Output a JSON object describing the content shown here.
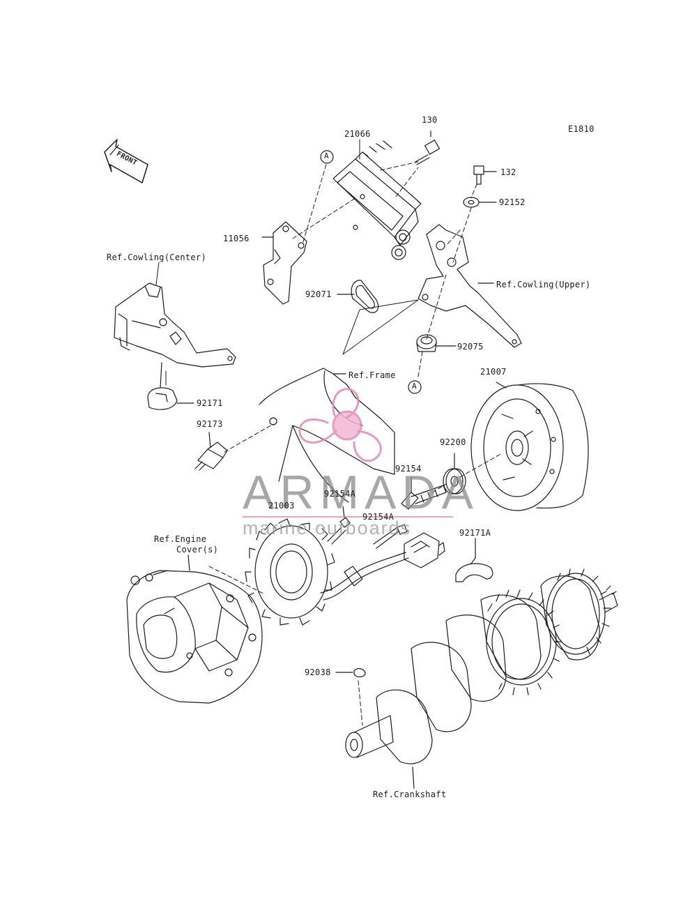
{
  "diagram_code": "E1810",
  "front_label": "FRONT",
  "callout_a": "A",
  "labels": {
    "p130": "130",
    "p21066": "21066",
    "p132": "132",
    "p92152": "92152",
    "p11056": "11056",
    "ref_cowling_center": "Ref.Cowling(Center)",
    "ref_cowling_upper": "Ref.Cowling(Upper)",
    "p92071": "92071",
    "p92075": "92075",
    "ref_frame": "Ref.Frame",
    "p21007": "21007",
    "p92171": "92171",
    "p92173": "92173",
    "p92200": "92200",
    "p92154": "92154",
    "p21003": "21003",
    "p92154a_1": "92154A",
    "p92154a_2": "92154A",
    "ref_engine_cover_1": "Ref.Engine",
    "ref_engine_cover_2": "Cover(s)",
    "p92171a": "92171A",
    "p92038": "92038",
    "ref_crankshaft": "Ref.Crankshaft"
  },
  "watermark": {
    "brand": "ARMADA",
    "tagline": "marine outboards",
    "accent_color": "#e08ab4"
  }
}
